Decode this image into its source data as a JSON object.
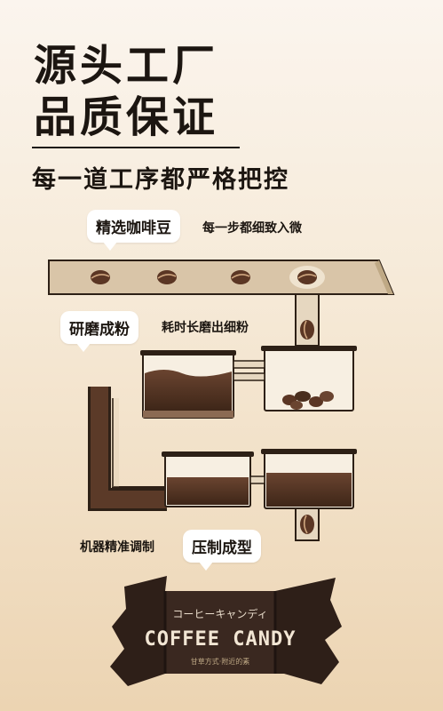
{
  "header": {
    "title_line1": "源头工厂",
    "title_line2": "品质保证",
    "subtitle": "每一道工序都严格把控"
  },
  "steps": [
    {
      "label": "精选咖啡豆",
      "note": "每一步都细致入微"
    },
    {
      "label": "研磨成粉",
      "note": "耗时长磨出细粉"
    },
    {
      "label": "压制成型",
      "note": "机器精准调制"
    }
  ],
  "candy": {
    "brand": "COFFEE CANDY",
    "katakana": "コーヒーキャンディ",
    "small_print": "甘草方式·附近的素"
  },
  "colors": {
    "belt": "#d9c5a8",
    "outline": "#2d2016",
    "coffee": "#4a2e1d",
    "wrapper": "#2e1f18"
  }
}
